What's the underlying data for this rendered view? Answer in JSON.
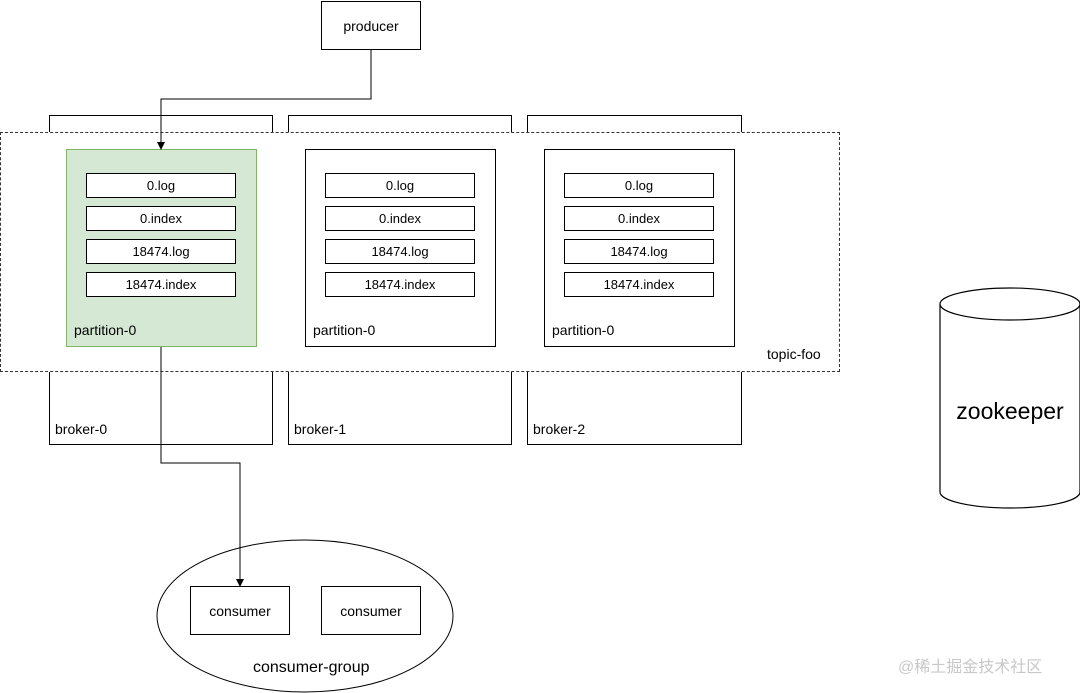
{
  "producer": {
    "label": "producer"
  },
  "topic": {
    "label": "topic-foo"
  },
  "brokers": [
    {
      "label": "broker-0",
      "partition": {
        "label": "partition-0",
        "files": [
          "0.log",
          "0.index",
          "18474.log",
          "18474.index"
        ],
        "highlighted": true
      }
    },
    {
      "label": "broker-1",
      "partition": {
        "label": "partition-0",
        "files": [
          "0.log",
          "0.index",
          "18474.log",
          "18474.index"
        ],
        "highlighted": false
      }
    },
    {
      "label": "broker-2",
      "partition": {
        "label": "partition-0",
        "files": [
          "0.log",
          "0.index",
          "18474.log",
          "18474.index"
        ],
        "highlighted": false
      }
    }
  ],
  "consumer_group": {
    "label": "consumer-group",
    "consumers": [
      "consumer",
      "consumer"
    ]
  },
  "zookeeper": {
    "label": "zookeeper"
  },
  "watermark": "@稀土掘金技术社区",
  "colors": {
    "highlight_fill": "#d5e8d4",
    "highlight_stroke": "#82b366",
    "line": "#000000"
  }
}
